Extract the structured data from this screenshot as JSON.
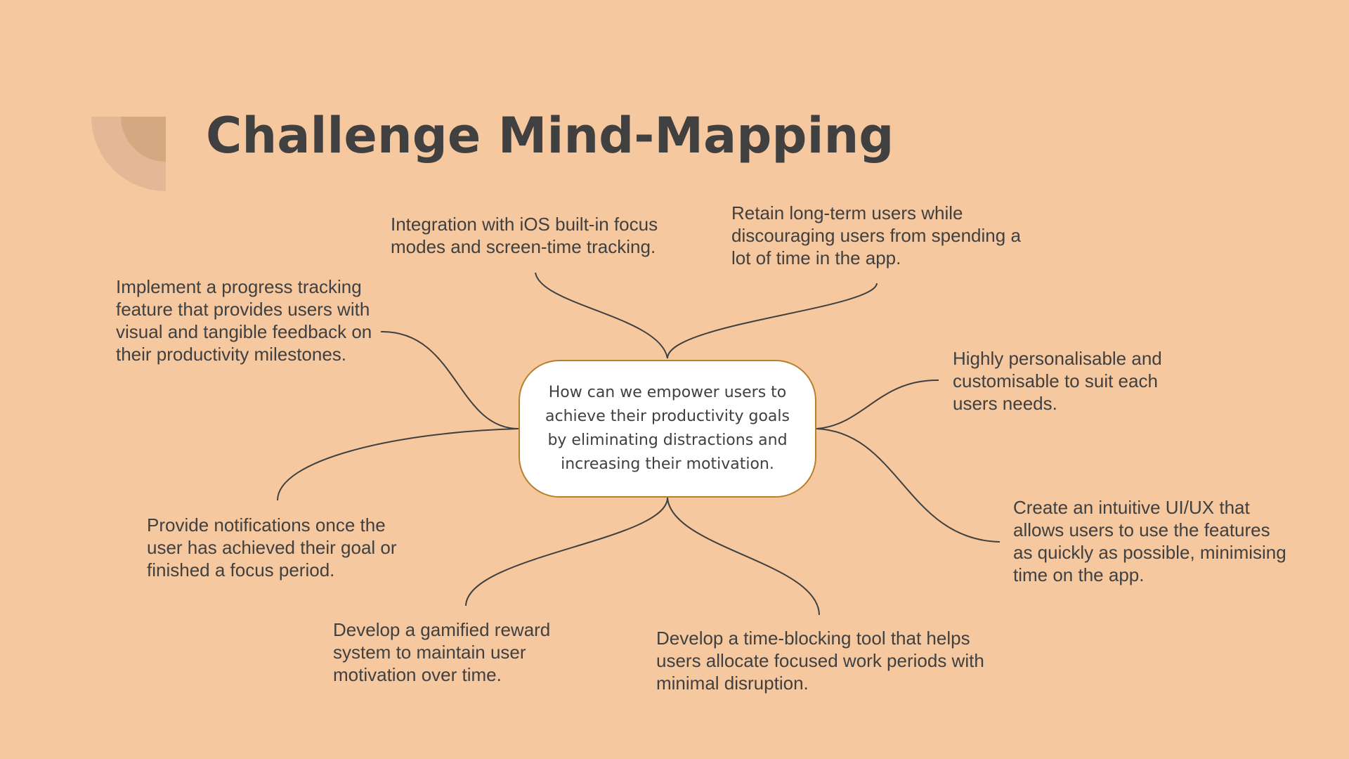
{
  "title": "Challenge Mind-Mapping",
  "colors": {
    "background": "#f5c8a0",
    "text": "#404040",
    "center_fill": "#ffffff",
    "center_border": "#b87f2b",
    "connector": "#404040",
    "deco_outer": "#e3b896",
    "deco_inner": "#d4a880"
  },
  "center": "How can we empower users to achieve their productivity goals by eliminating distractions and increasing their motivation.",
  "nodes": {
    "ios_integration": "Integration with iOS built-in focus modes and screen-time tracking.",
    "retain_users": "Retain long-term users while discouraging users from spending a lot of time in the app.",
    "progress_tracking": "Implement a progress tracking feature that provides users with visual and tangible feedback on their productivity milestones.",
    "personalisable": "Highly personalisable and customisable to suit each users needs.",
    "notifications": "Provide notifications once the user has achieved their goal or finished a focus period.",
    "intuitive_ui": "Create an intuitive UI/UX that allows users to use the features as quickly as possible, minimising time on the app.",
    "gamified_reward": "Develop a gamified reward system to maintain user motivation over time.",
    "time_blocking": "Develop a time-blocking tool that helps users allocate focused work periods with minimal disruption."
  }
}
